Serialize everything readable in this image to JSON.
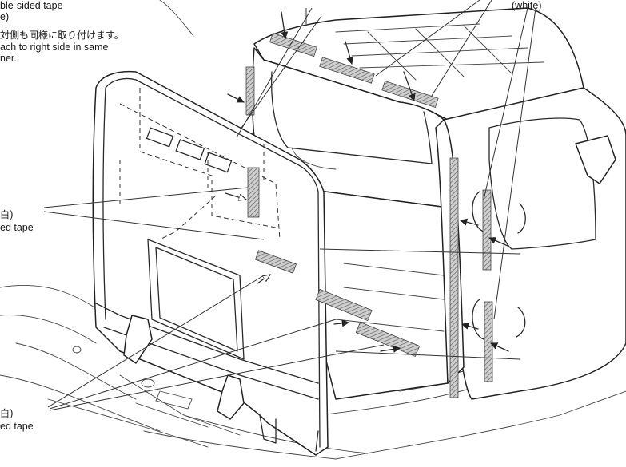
{
  "callouts": {
    "top_left": {
      "line1": "ble-sided tape",
      "line2": "e)",
      "line3": "対側も同様に取り付けます。",
      "line4": "ach to right side in same",
      "line5": "ner."
    },
    "top_right": {
      "label": "(white)"
    },
    "mid_left": {
      "line1": "白)",
      "line2": "ed tape"
    },
    "bottom_left": {
      "line1": "白)",
      "line2": "ed tape"
    }
  },
  "colors": {
    "tape_hatch": "#9a9a9a",
    "line": "#2a2a2a",
    "background": "#ffffff"
  }
}
